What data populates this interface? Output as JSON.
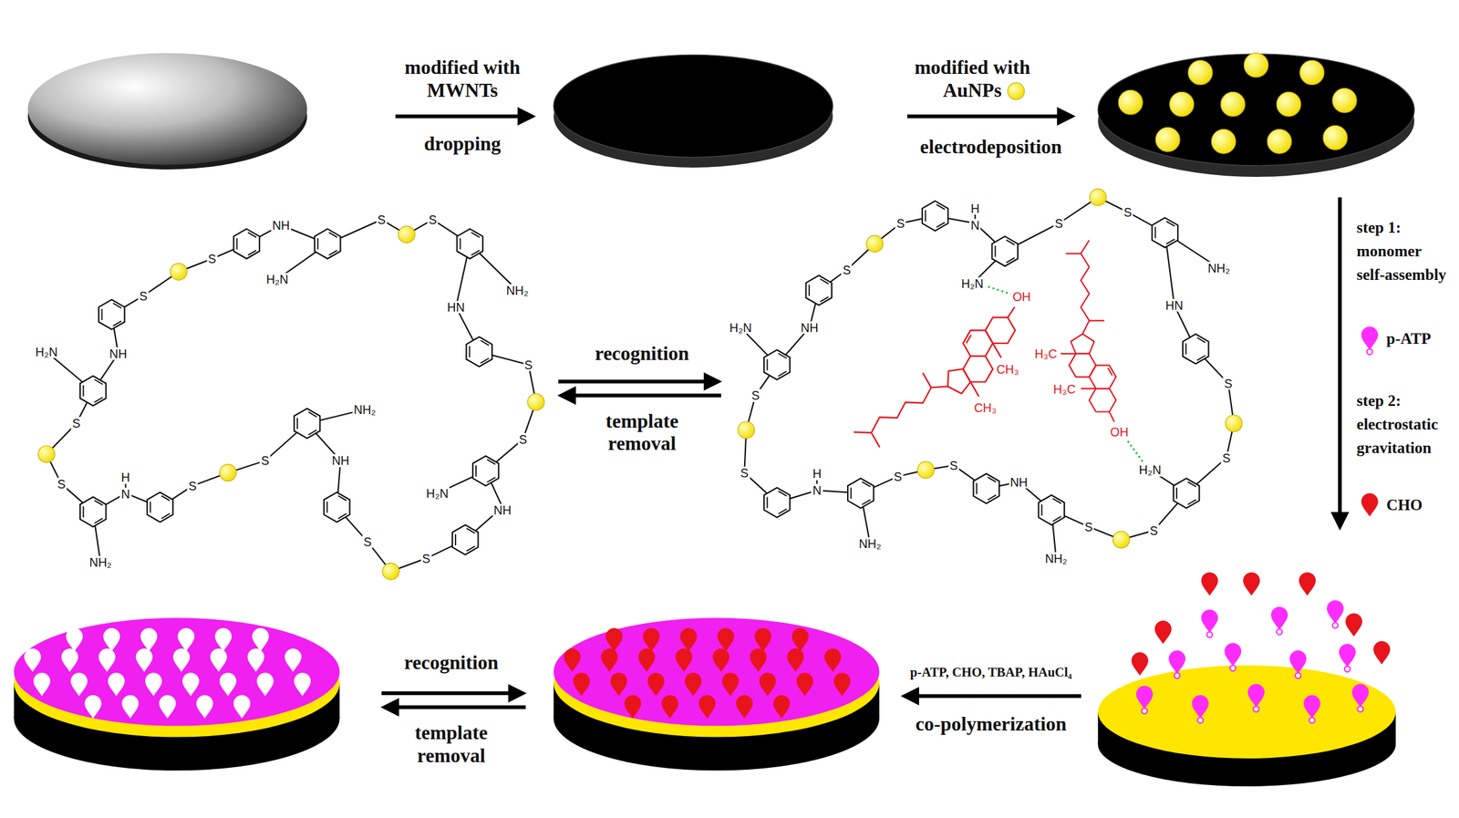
{
  "diagram": {
    "labels": [
      "modified with MWNTs",
      "dropping",
      "modified with AuNPs",
      "electrodeposition",
      "step 1: monomer self-assembly",
      "step 2: electrostatic gravitation",
      "recognition",
      "template removal",
      "S",
      "NH",
      "H₂N",
      "S",
      "S",
      "NH₂",
      "HN",
      "S",
      "S",
      "H₂N",
      "NH",
      "S",
      "S",
      "NH",
      "NH₂",
      "S",
      "S",
      "H",
      "N",
      "NH₂",
      "S",
      "S",
      "H₂N",
      "NH",
      "S",
      "S",
      "S",
      "H",
      "N",
      "H₂N",
      "OH",
      "S",
      "S",
      "NH₂",
      "HN",
      "CH₃",
      "H₃C",
      "H₃C",
      "CH₃",
      "S",
      "OH",
      "S",
      "H₂N",
      "NH",
      "S",
      "S",
      "S",
      "S",
      "NH₂",
      "NH₂",
      "H",
      "N",
      "S",
      "S",
      "H₂N",
      "NH",
      "p-ATP, CHO, TBAP, HAuCl₄",
      "co-polymerization",
      "recognition",
      "template removal"
    ],
    "legend": [
      {
        "text": "p-ATP"
      },
      {
        "text": "CHO"
      }
    ]
  }
}
